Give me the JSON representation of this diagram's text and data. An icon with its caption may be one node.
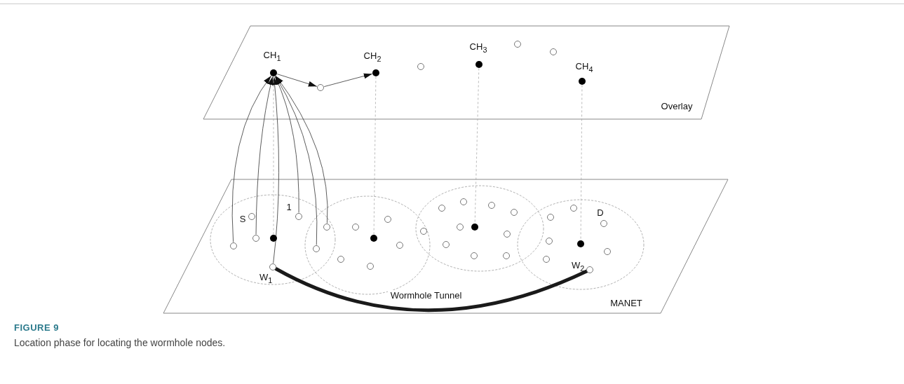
{
  "diagram": {
    "title": "FIGURE 9",
    "caption": "Location phase for locating the wormhole nodes.",
    "nodes": [
      {
        "text": [
          "Overlay"
        ]
      },
      {
        "text": [
          "CH$_{1}$"
        ],
        "in": 0
      },
      {
        "text": [],
        "shape": "circle",
        "in": 0
      },
      {
        "text": [
          "CH$_{2}$"
        ],
        "in": 0
      },
      {
        "text": [],
        "shape": "circle",
        "in": 0
      },
      {
        "text": [
          "CH$_{3}$"
        ],
        "in": 0
      },
      {
        "text": [],
        "shape": "circle",
        "in": 0
      },
      {
        "text": [],
        "shape": "circle",
        "in": 0
      },
      {
        "text": [
          "CH$_{4}$"
        ],
        "in": 0
      },
      {
        "text": [
          "MANET"
        ]
      },
      {
        "text": [
          "S"
        ],
        "in": 9
      },
      {
        "text": [
          "1"
        ],
        "in": 9
      },
      {
        "text": [],
        "shape": "circle",
        "in": 9
      },
      {
        "text": [],
        "shape": "circle",
        "in": 9
      },
      {
        "text": [],
        "shape": "dot",
        "in": 9
      },
      {
        "text": [
          "W$_{1}$"
        ],
        "in": 9
      },
      {
        "text": [],
        "shape": "circle",
        "in": 9
      },
      {
        "text": [],
        "shape": "circle",
        "in": 9
      },
      {
        "text": [],
        "shape": "circle",
        "in": 9
      },
      {
        "text": [],
        "shape": "circle",
        "in": 9
      },
      {
        "text": [],
        "shape": "dot",
        "in": 9
      },
      {
        "text": [],
        "shape": "circle",
        "in": 9
      },
      {
        "text": [],
        "shape": "circle",
        "in": 9
      },
      {
        "text": [],
        "shape": "circle",
        "in": 9
      },
      {
        "text": [],
        "shape": "circle",
        "in": 9
      },
      {
        "text": [],
        "shape": "circle",
        "in": 9
      },
      {
        "text": [],
        "shape": "circle",
        "in": 9
      },
      {
        "text": [],
        "shape": "circle",
        "in": 9
      },
      {
        "text": [],
        "shape": "circle",
        "in": 9
      },
      {
        "text": [],
        "shape": "circle",
        "in": 9
      },
      {
        "text": [],
        "shape": "dot",
        "in": 9
      },
      {
        "text": [],
        "shape": "circle",
        "in": 9
      },
      {
        "text": [],
        "shape": "circle",
        "in": 9
      },
      {
        "text": [],
        "shape": "circle",
        "in": 9
      },
      {
        "text": [],
        "shape": "circle",
        "in": 9
      },
      {
        "text": [],
        "shape": "circle",
        "in": 9
      },
      {
        "text": [],
        "shape": "circle",
        "in": 9
      },
      {
        "text": [
          "D"
        ],
        "in": 9
      },
      {
        "text": [],
        "shape": "circle",
        "in": 9
      },
      {
        "text": [],
        "shape": "dot",
        "in": 9
      },
      {
        "text": [],
        "shape": "circle",
        "in": 9
      },
      {
        "text": [],
        "shape": "circle",
        "in": 9
      },
      {
        "text": [
          "W$_{2}$"
        ],
        "in": 9
      }
    ],
    "edges": [
      {
        "from": 1,
        "to": 2,
        "arrow": "to"
      },
      {
        "from": 2,
        "to": 3,
        "arrow": "to"
      },
      {
        "from": 12,
        "to": 1,
        "arrow": "to"
      },
      {
        "from": 13,
        "to": 1,
        "arrow": "to"
      },
      {
        "from": 15,
        "to": 1,
        "arrow": "to"
      },
      {
        "from": 11,
        "to": 1,
        "arrow": "to"
      },
      {
        "from": 17,
        "to": 1,
        "arrow": "to"
      },
      {
        "from": 16,
        "to": 1,
        "arrow": "to"
      },
      {
        "from": 1,
        "to": 14,
        "arrow": "none",
        "style": "dashed",
        "color": "#aaaaaa"
      },
      {
        "from": 3,
        "to": 20,
        "arrow": "none",
        "style": "dashed",
        "color": "#aaaaaa"
      },
      {
        "from": 5,
        "to": 30,
        "arrow": "none",
        "style": "dashed",
        "color": "#aaaaaa"
      },
      {
        "from": 8,
        "to": 39,
        "arrow": "none",
        "style": "dashed",
        "color": "#aaaaaa"
      },
      {
        "from": 15,
        "to": 42,
        "arrow": "none",
        "style": "thick",
        "label": "Wormhole Tunnel"
      }
    ]
  }
}
